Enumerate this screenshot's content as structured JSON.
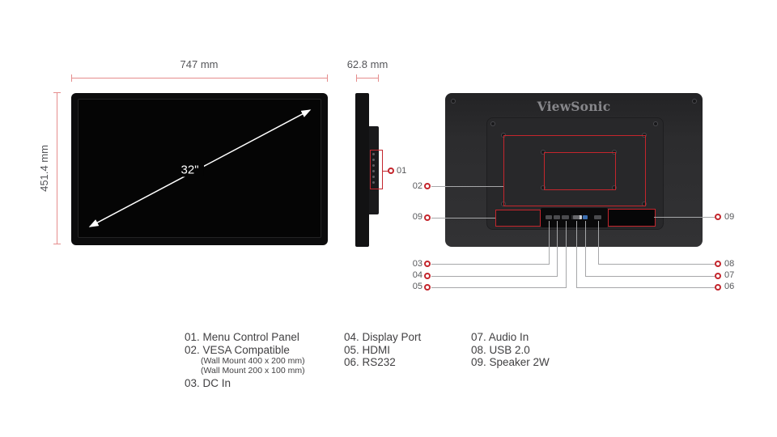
{
  "brand": "ViewSonic",
  "dimensions": {
    "width": "747 mm",
    "height": "451.4 mm",
    "depth": "62.8 mm",
    "diagonal": "32\""
  },
  "callouts": {
    "c01": "01",
    "c02": "02",
    "c03": "03",
    "c04": "04",
    "c05": "05",
    "c06": "06",
    "c07": "07",
    "c08": "08",
    "c09": "09"
  },
  "legend": {
    "col1": [
      "01. Menu Control Panel",
      "02. VESA Compatible",
      "(Wall Mount 400 x 200 mm)",
      "(Wall Mount 200 x 100 mm)",
      "03. DC In"
    ],
    "col2": [
      "04. Display Port",
      "05. HDMI",
      "06. RS232"
    ],
    "col3": [
      "07. Audio In",
      "08. USB 2.0",
      "09. Speaker 2W"
    ]
  },
  "colors": {
    "accent_red": "#c4262d",
    "dimension_line": "#e58d8d",
    "connector_gray": "#a6a7a9",
    "label_gray": "#57585b",
    "legend_text": "#414042"
  }
}
